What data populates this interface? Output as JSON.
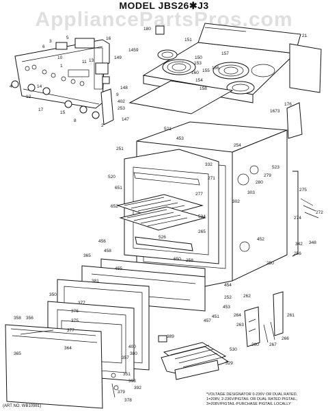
{
  "title": "MODEL JBS26✱J3",
  "watermark": "AppliancePartsPros.com",
  "art_number": "(ART NO. WB10981)",
  "footnote": [
    "*VOLTAGE DESIGNATOR 0-236V OR DUAL RATED,",
    "1=208V, 2-236V/PIGTAIL OR DUAL RATED PIGTAIL,",
    "3=208V/PIGTAIL-PURCHASE PIGTAIL LOCALLY"
  ],
  "callouts": [
    {
      "id": "c-180",
      "text": "180"
    },
    {
      "id": "c-151",
      "text": "151"
    },
    {
      "id": "c-21",
      "text": "21"
    },
    {
      "id": "c-16",
      "text": "16"
    },
    {
      "id": "c-5",
      "text": "5"
    },
    {
      "id": "c-3",
      "text": "3"
    },
    {
      "id": "c-6",
      "text": "6"
    },
    {
      "id": "c-10",
      "text": "10"
    },
    {
      "id": "c-13",
      "text": "13"
    },
    {
      "id": "c-11",
      "text": "11"
    },
    {
      "id": "c-1",
      "text": "1"
    },
    {
      "id": "c-1459",
      "text": "1459"
    },
    {
      "id": "c-149",
      "text": "149"
    },
    {
      "id": "c-150",
      "text": "150"
    },
    {
      "id": "c-157",
      "text": "157"
    },
    {
      "id": "c-153",
      "text": "153"
    },
    {
      "id": "c-156",
      "text": "156"
    },
    {
      "id": "c-155",
      "text": "155"
    },
    {
      "id": "c-160",
      "text": "160"
    },
    {
      "id": "c-154",
      "text": "154"
    },
    {
      "id": "c-158",
      "text": "158"
    },
    {
      "id": "c-4",
      "text": "4"
    },
    {
      "id": "c-14",
      "text": "14"
    },
    {
      "id": "c-12",
      "text": "12"
    },
    {
      "id": "c-17",
      "text": "17"
    },
    {
      "id": "c-15",
      "text": "15"
    },
    {
      "id": "c-8",
      "text": "8"
    },
    {
      "id": "c-2",
      "text": "2"
    },
    {
      "id": "c-148",
      "text": "148"
    },
    {
      "id": "c-9",
      "text": "9"
    },
    {
      "id": "c-402",
      "text": "402"
    },
    {
      "id": "c-253",
      "text": "253"
    },
    {
      "id": "c-147",
      "text": "147"
    },
    {
      "id": "c-1673",
      "text": "1673"
    },
    {
      "id": "c-176",
      "text": "176"
    },
    {
      "id": "c-521",
      "text": "521"
    },
    {
      "id": "c-453",
      "text": "453"
    },
    {
      "id": "c-251",
      "text": "251"
    },
    {
      "id": "c-254",
      "text": "254"
    },
    {
      "id": "c-332",
      "text": "332"
    },
    {
      "id": "c-523",
      "text": "523"
    },
    {
      "id": "c-520",
      "text": "520"
    },
    {
      "id": "c-271",
      "text": "271"
    },
    {
      "id": "c-279",
      "text": "279"
    },
    {
      "id": "c-280",
      "text": "280"
    },
    {
      "id": "c-651",
      "text": "651"
    },
    {
      "id": "c-277",
      "text": "277"
    },
    {
      "id": "c-303",
      "text": "303"
    },
    {
      "id": "c-275",
      "text": "275"
    },
    {
      "id": "c-652",
      "text": "652"
    },
    {
      "id": "c-302",
      "text": "302"
    },
    {
      "id": "c-534",
      "text": "534"
    },
    {
      "id": "c-274",
      "text": "274"
    },
    {
      "id": "c-272",
      "text": "272"
    },
    {
      "id": "c-265",
      "text": "265"
    },
    {
      "id": "c-526",
      "text": "526"
    },
    {
      "id": "c-452",
      "text": "452"
    },
    {
      "id": "c-348",
      "text": "348"
    },
    {
      "id": "c-342",
      "text": "342"
    },
    {
      "id": "c-456",
      "text": "456"
    },
    {
      "id": "c-458",
      "text": "458"
    },
    {
      "id": "c-650",
      "text": "650"
    },
    {
      "id": "c-256",
      "text": "256"
    },
    {
      "id": "c-365a",
      "text": "365"
    },
    {
      "id": "c-258",
      "text": "258"
    },
    {
      "id": "c-250",
      "text": "250"
    },
    {
      "id": "c-455",
      "text": "455"
    },
    {
      "id": "c-381",
      "text": "381"
    },
    {
      "id": "c-454",
      "text": "454"
    },
    {
      "id": "c-350",
      "text": "350"
    },
    {
      "id": "c-262",
      "text": "262"
    },
    {
      "id": "c-252",
      "text": "252"
    },
    {
      "id": "c-377a",
      "text": "377"
    },
    {
      "id": "c-453b",
      "text": "453"
    },
    {
      "id": "c-376",
      "text": "376"
    },
    {
      "id": "c-375",
      "text": "375"
    },
    {
      "id": "c-264",
      "text": "264"
    },
    {
      "id": "c-261",
      "text": "261"
    },
    {
      "id": "c-358",
      "text": "358"
    },
    {
      "id": "c-356",
      "text": "356"
    },
    {
      "id": "c-457",
      "text": "457"
    },
    {
      "id": "c-451",
      "text": "451"
    },
    {
      "id": "c-263",
      "text": "263"
    },
    {
      "id": "c-377b",
      "text": "377"
    },
    {
      "id": "c-389",
      "text": "389"
    },
    {
      "id": "c-400",
      "text": "400"
    },
    {
      "id": "c-530",
      "text": "530"
    },
    {
      "id": "c-266",
      "text": "266"
    },
    {
      "id": "c-267",
      "text": "267"
    },
    {
      "id": "c-260",
      "text": "260"
    },
    {
      "id": "c-365b",
      "text": "365"
    },
    {
      "id": "c-364",
      "text": "364"
    },
    {
      "id": "c-380",
      "text": "380"
    },
    {
      "id": "c-357",
      "text": "357"
    },
    {
      "id": "c-529",
      "text": "529"
    },
    {
      "id": "c-351",
      "text": "351"
    },
    {
      "id": "c-393",
      "text": "393"
    },
    {
      "id": "c-392",
      "text": "392"
    },
    {
      "id": "c-379",
      "text": "379"
    },
    {
      "id": "c-378",
      "text": "378"
    }
  ]
}
